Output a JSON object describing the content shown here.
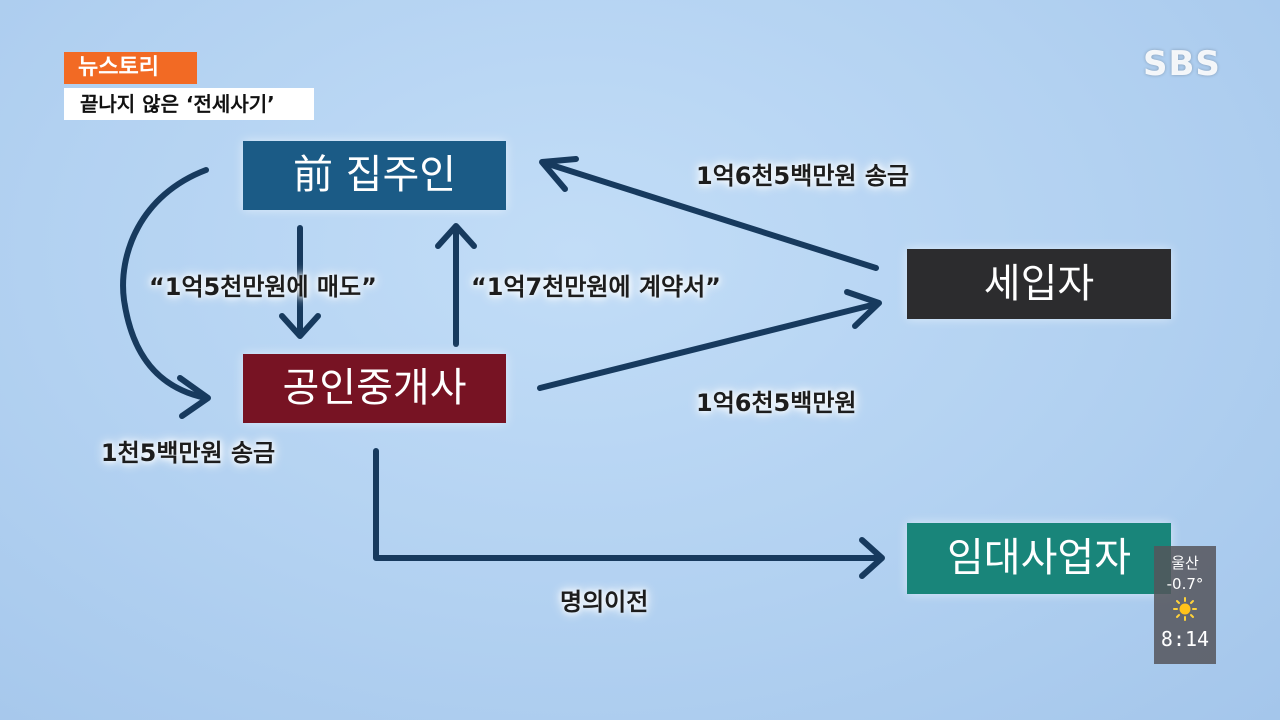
{
  "header": {
    "badge": "뉴스토리",
    "subtitle": "끝나지 않은 ‘전세사기’",
    "logo": "SBS"
  },
  "diagram": {
    "nodes": {
      "landlord": "前 집주인",
      "agent": "공인중개사",
      "tenant": "세입자",
      "lessor": "임대사업자"
    },
    "edges": {
      "sale": "“1억5천만원에 매도”",
      "contract": "“1억7천만원에 계약서”",
      "remit_top": "1억6천5백만원 송금",
      "remit_mid": "1억6천5백만원",
      "remit_left": "1천5백만원 송금",
      "transfer": "명의이전"
    },
    "colors": {
      "landlord": "#1b5b86",
      "agent": "#771323",
      "tenant": "#2c2c2e",
      "lessor": "#19857a",
      "arrow": "#173a5e"
    }
  },
  "weather": {
    "city": "울산",
    "temp": "-0.7°",
    "icon": "sun-icon",
    "time": "8:14"
  }
}
